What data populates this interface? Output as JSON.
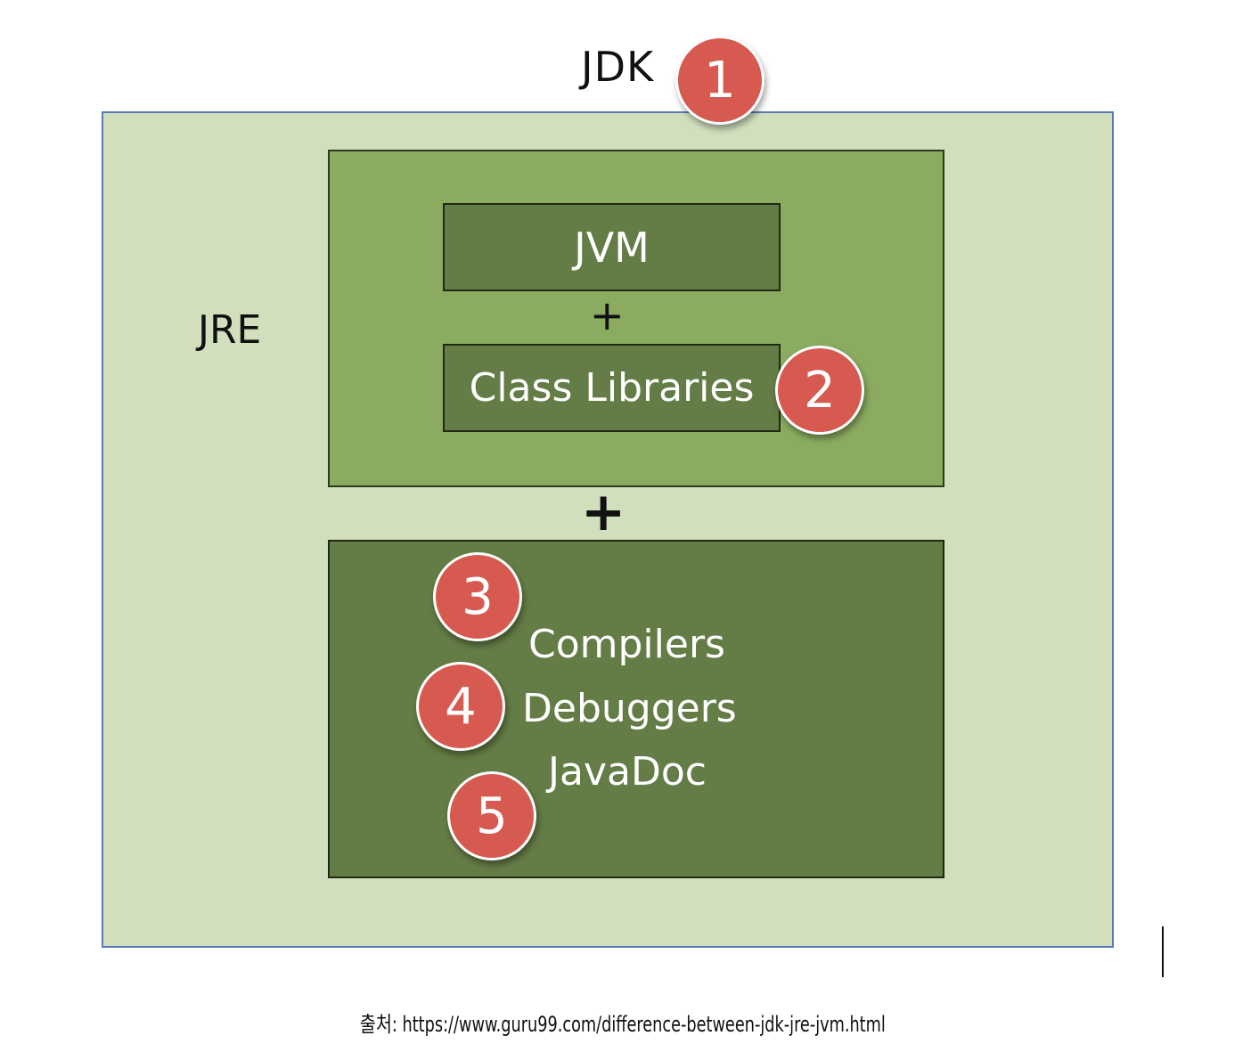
{
  "diagram": {
    "jdk_label": "JDK",
    "jre_label": "JRE",
    "jvm_label": "JVM",
    "plus_symbol": "+",
    "class_libraries_label": "Class Libraries",
    "tools": [
      "Compilers",
      "Debuggers",
      "JavaDoc"
    ],
    "badges": [
      "1",
      "2",
      "3",
      "4",
      "5"
    ],
    "colors": {
      "jdk_fill": "#d1dfbd",
      "jdk_border": "#5b7bb5",
      "jre_fill": "#8aab60",
      "inner_fill": "#647c45",
      "badge_fill": "#d65a50"
    }
  },
  "source_caption": "출처: https://www.guru99.com/difference-between-jdk-jre-jvm.html"
}
